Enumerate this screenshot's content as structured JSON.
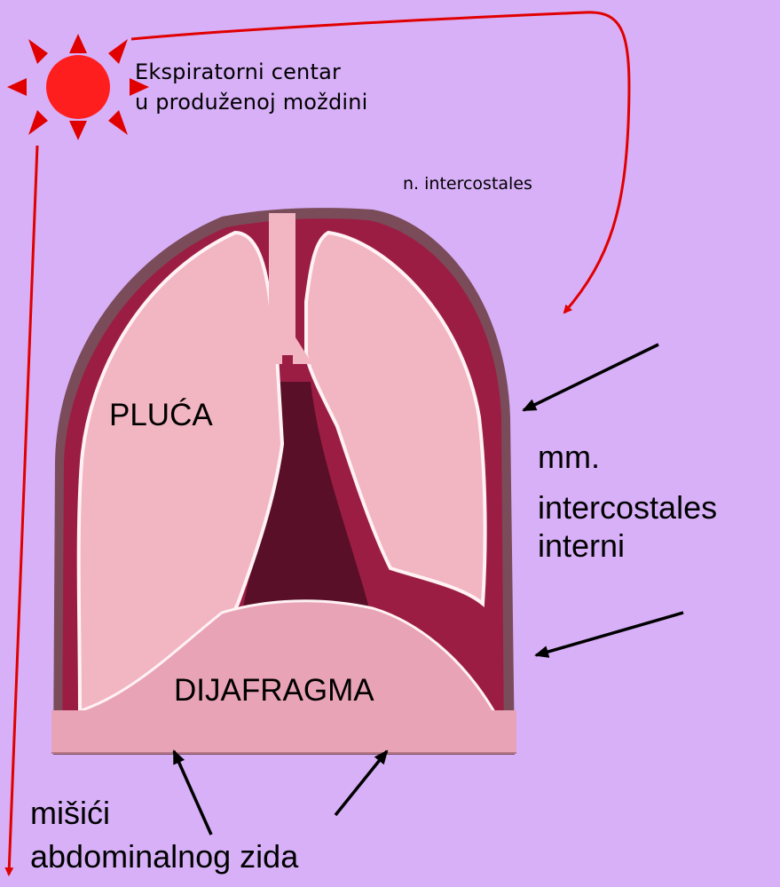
{
  "center": {
    "line1": "Ekspiratorni centar",
    "line2": "u produženoj moždini"
  },
  "nerve_label": "n. intercostales",
  "lung_label": "PLUĆA",
  "diaphragm_label": "DIJAFRAGMA",
  "intercostal": {
    "line1": "mm.",
    "line2": "intercostales",
    "line3": "interni"
  },
  "abdominal": {
    "line1": "mišići",
    "line2": "abdominalnog zida"
  },
  "colors": {
    "background": "#d8b0f8",
    "nerve_arrow": "#e00000",
    "muscle_arrow": "#000000",
    "lung": "#f2b5c2",
    "pleura": "#9c1d44",
    "chest_wall": "#7a4c5a",
    "mediastinum": "#5a0f28",
    "diaphragm": "#e9a3b6"
  }
}
